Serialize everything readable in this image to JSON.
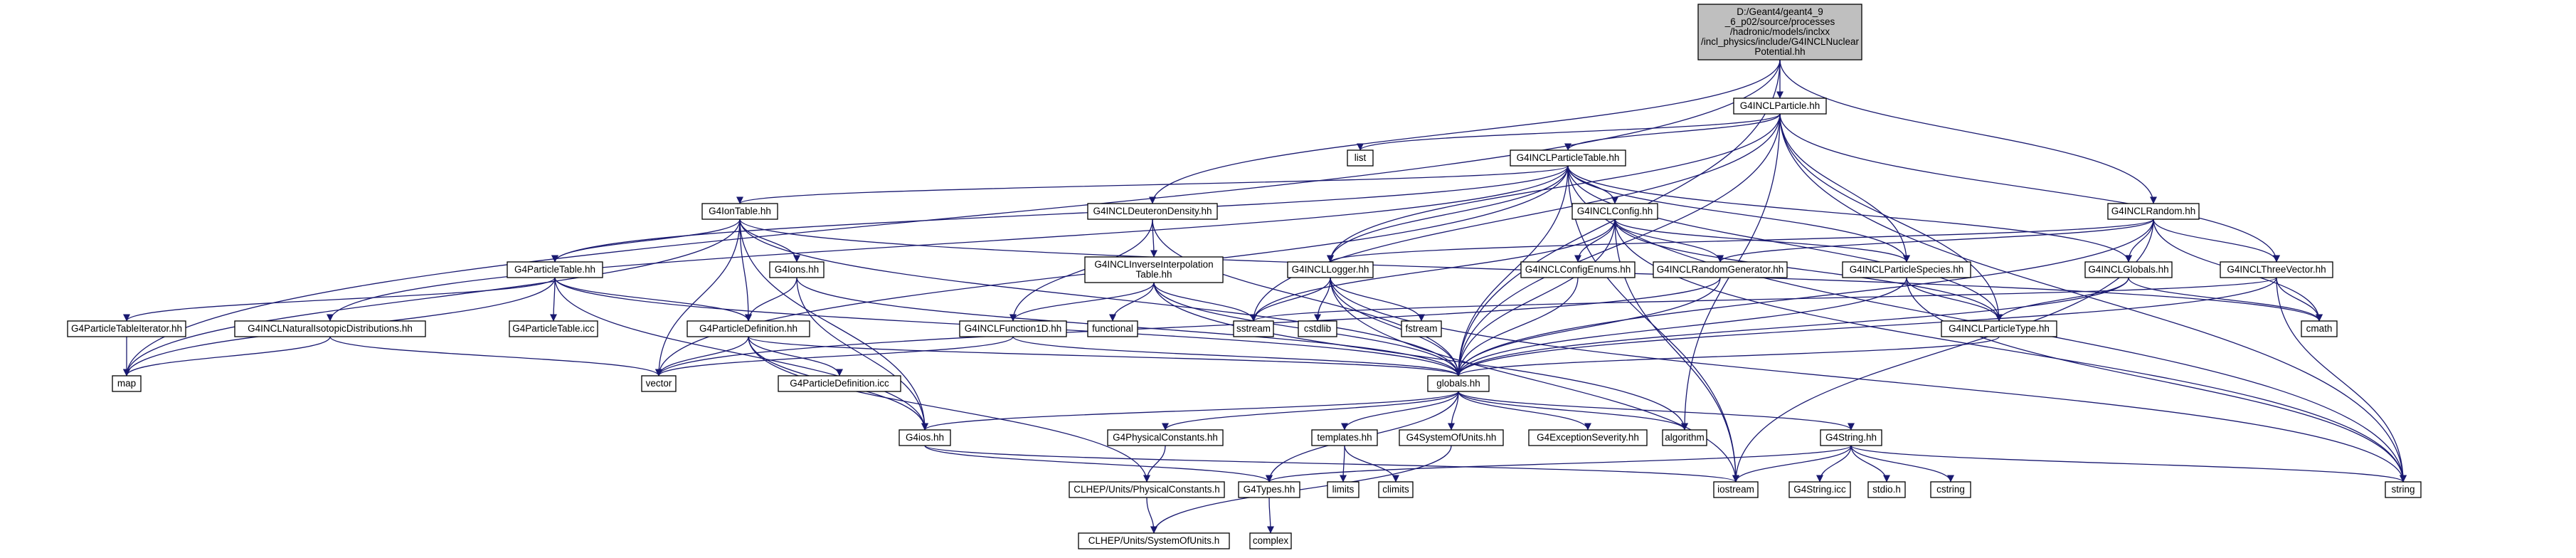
{
  "colors": {
    "edge": "#191970",
    "root_fill": "#bfbfbf",
    "node_fill": "#ffffff",
    "external_node_border": "#bfbfbf",
    "text": "#000000"
  },
  "nodes": [
    {
      "id": "root",
      "lines": [
        "D:/Geant4/geant4_9",
        "_6_p02/source/processes",
        "/hadronic/models/inclxx",
        "/incl_physics/include/G4INCLNuclear",
        "Potential.hh"
      ],
      "kind": "root"
    },
    {
      "id": "particle",
      "lines": [
        "G4INCLParticle.hh"
      ],
      "kind": "file"
    },
    {
      "id": "list",
      "lines": [
        "list"
      ],
      "kind": "external"
    },
    {
      "id": "particletable",
      "lines": [
        "G4INCLParticleTable.hh"
      ],
      "kind": "file"
    },
    {
      "id": "iontable",
      "lines": [
        "G4IonTable.hh"
      ],
      "kind": "file"
    },
    {
      "id": "deuteron",
      "lines": [
        "G4INCLDeuteronDensity.hh"
      ],
      "kind": "file"
    },
    {
      "id": "config",
      "lines": [
        "G4INCLConfig.hh"
      ],
      "kind": "file"
    },
    {
      "id": "random",
      "lines": [
        "G4INCLRandom.hh"
      ],
      "kind": "file"
    },
    {
      "id": "g4particletable",
      "lines": [
        "G4ParticleTable.hh"
      ],
      "kind": "file"
    },
    {
      "id": "g4ions",
      "lines": [
        "G4Ions.hh"
      ],
      "kind": "file"
    },
    {
      "id": "inverseinterp",
      "lines": [
        "G4INCLInverseInterpolation",
        "Table.hh"
      ],
      "kind": "file"
    },
    {
      "id": "logger",
      "lines": [
        "G4INCLLogger.hh"
      ],
      "kind": "file"
    },
    {
      "id": "configenums",
      "lines": [
        "G4INCLConfigEnums.hh"
      ],
      "kind": "file"
    },
    {
      "id": "randomgen",
      "lines": [
        "G4INCLRandomGenerator.hh"
      ],
      "kind": "file"
    },
    {
      "id": "particlespecies",
      "lines": [
        "G4INCLParticleSpecies.hh"
      ],
      "kind": "file"
    },
    {
      "id": "inclglobals",
      "lines": [
        "G4INCLGlobals.hh"
      ],
      "kind": "file"
    },
    {
      "id": "threevector",
      "lines": [
        "G4INCLThreeVector.hh"
      ],
      "kind": "file"
    },
    {
      "id": "ptiterator",
      "lines": [
        "G4ParticleTableIterator.hh"
      ],
      "kind": "file"
    },
    {
      "id": "natural",
      "lines": [
        "G4INCLNaturalIsotopicDistributions.hh"
      ],
      "kind": "file"
    },
    {
      "id": "ptcc",
      "lines": [
        "G4ParticleTable.icc"
      ],
      "kind": "external"
    },
    {
      "id": "pdef",
      "lines": [
        "G4ParticleDefinition.hh"
      ],
      "kind": "file"
    },
    {
      "id": "function1d",
      "lines": [
        "G4INCLFunction1D.hh"
      ],
      "kind": "file"
    },
    {
      "id": "functional",
      "lines": [
        "functional"
      ],
      "kind": "external"
    },
    {
      "id": "sstream",
      "lines": [
        "sstream"
      ],
      "kind": "external"
    },
    {
      "id": "cstdlib",
      "lines": [
        "cstdlib"
      ],
      "kind": "external"
    },
    {
      "id": "fstream",
      "lines": [
        "fstream"
      ],
      "kind": "external"
    },
    {
      "id": "particletype",
      "lines": [
        "G4INCLParticleType.hh"
      ],
      "kind": "file"
    },
    {
      "id": "cmath",
      "lines": [
        "cmath"
      ],
      "kind": "external"
    },
    {
      "id": "map",
      "lines": [
        "map"
      ],
      "kind": "external"
    },
    {
      "id": "vector",
      "lines": [
        "vector"
      ],
      "kind": "external"
    },
    {
      "id": "pdefcc",
      "lines": [
        "G4ParticleDefinition.icc"
      ],
      "kind": "external"
    },
    {
      "id": "globals",
      "lines": [
        "globals.hh"
      ],
      "kind": "file"
    },
    {
      "id": "g4ios",
      "lines": [
        "G4ios.hh"
      ],
      "kind": "file"
    },
    {
      "id": "physconst",
      "lines": [
        "G4PhysicalConstants.hh"
      ],
      "kind": "file"
    },
    {
      "id": "templates",
      "lines": [
        "templates.hh"
      ],
      "kind": "file"
    },
    {
      "id": "sysofunits",
      "lines": [
        "G4SystemOfUnits.hh"
      ],
      "kind": "file"
    },
    {
      "id": "exception",
      "lines": [
        "G4ExceptionSeverity.hh"
      ],
      "kind": "file"
    },
    {
      "id": "algorithm",
      "lines": [
        "algorithm"
      ],
      "kind": "external"
    },
    {
      "id": "g4string",
      "lines": [
        "G4String.hh"
      ],
      "kind": "file"
    },
    {
      "id": "limits",
      "lines": [
        "limits"
      ],
      "kind": "external"
    },
    {
      "id": "climits",
      "lines": [
        "climits"
      ],
      "kind": "external"
    },
    {
      "id": "clhepphys",
      "lines": [
        "CLHEP/Units/PhysicalConstants.h"
      ],
      "kind": "file"
    },
    {
      "id": "g4types",
      "lines": [
        "G4Types.hh"
      ],
      "kind": "file"
    },
    {
      "id": "iostream",
      "lines": [
        "iostream"
      ],
      "kind": "external"
    },
    {
      "id": "g4stringicc",
      "lines": [
        "G4String.icc"
      ],
      "kind": "external"
    },
    {
      "id": "stdio",
      "lines": [
        "stdio.h"
      ],
      "kind": "external"
    },
    {
      "id": "cstring",
      "lines": [
        "cstring"
      ],
      "kind": "external"
    },
    {
      "id": "string",
      "lines": [
        "string"
      ],
      "kind": "external"
    },
    {
      "id": "complex",
      "lines": [
        "complex"
      ],
      "kind": "external"
    },
    {
      "id": "clhepunits",
      "lines": [
        "CLHEP/Units/SystemOfUnits.h"
      ],
      "kind": "file"
    }
  ],
  "edges": [
    [
      "root",
      "particle"
    ],
    [
      "root",
      "deuteron"
    ],
    [
      "root",
      "random"
    ],
    [
      "root",
      "map"
    ],
    [
      "root",
      "globals"
    ],
    [
      "particle",
      "list"
    ],
    [
      "particle",
      "particletable"
    ],
    [
      "particle",
      "logger"
    ],
    [
      "particle",
      "particlespecies"
    ],
    [
      "particle",
      "particletype"
    ],
    [
      "particle",
      "threevector"
    ],
    [
      "particle",
      "sstream"
    ],
    [
      "particle",
      "globals"
    ],
    [
      "particle",
      "algorithm"
    ],
    [
      "particle",
      "string"
    ],
    [
      "particletable",
      "iontable"
    ],
    [
      "particletable",
      "g4particletable"
    ],
    [
      "particletable",
      "config"
    ],
    [
      "particletable",
      "logger"
    ],
    [
      "particletable",
      "particlespecies"
    ],
    [
      "particletable",
      "inclglobals"
    ],
    [
      "particletable",
      "particletype"
    ],
    [
      "particletable",
      "natural"
    ],
    [
      "particletable",
      "vector"
    ],
    [
      "particletable",
      "globals"
    ],
    [
      "particletable",
      "iostream"
    ],
    [
      "particletable",
      "string"
    ],
    [
      "iontable",
      "g4particletable"
    ],
    [
      "iontable",
      "g4ions"
    ],
    [
      "iontable",
      "pdef"
    ],
    [
      "iontable",
      "cmath"
    ],
    [
      "iontable",
      "vector"
    ],
    [
      "iontable",
      "map"
    ],
    [
      "iontable",
      "globals"
    ],
    [
      "iontable",
      "g4ios"
    ],
    [
      "deuteron",
      "inverseinterp"
    ],
    [
      "deuteron",
      "function1d"
    ],
    [
      "deuteron",
      "globals"
    ],
    [
      "config",
      "configenums"
    ],
    [
      "config",
      "randomgen"
    ],
    [
      "config",
      "particlespecies"
    ],
    [
      "config",
      "particletype"
    ],
    [
      "config",
      "sstream"
    ],
    [
      "config",
      "globals"
    ],
    [
      "config",
      "string"
    ],
    [
      "config",
      "iostream"
    ],
    [
      "random",
      "randomgen"
    ],
    [
      "random",
      "inclglobals"
    ],
    [
      "random",
      "threevector"
    ],
    [
      "random",
      "logger"
    ],
    [
      "random",
      "cmath"
    ],
    [
      "random",
      "globals"
    ],
    [
      "random",
      "iostream"
    ],
    [
      "g4particletable",
      "ptiterator"
    ],
    [
      "g4particletable",
      "ptcc"
    ],
    [
      "g4particletable",
      "pdef"
    ],
    [
      "g4particletable",
      "map"
    ],
    [
      "g4particletable",
      "globals"
    ],
    [
      "g4particletable",
      "g4ios"
    ],
    [
      "g4ions",
      "pdef"
    ],
    [
      "g4ions",
      "globals"
    ],
    [
      "g4ions",
      "g4ios"
    ],
    [
      "inverseinterp",
      "function1d"
    ],
    [
      "inverseinterp",
      "functional"
    ],
    [
      "inverseinterp",
      "sstream"
    ],
    [
      "inverseinterp",
      "algorithm"
    ],
    [
      "inverseinterp",
      "globals"
    ],
    [
      "logger",
      "sstream"
    ],
    [
      "logger",
      "cstdlib"
    ],
    [
      "logger",
      "fstream"
    ],
    [
      "logger",
      "globals"
    ],
    [
      "logger",
      "iostream"
    ],
    [
      "logger",
      "string"
    ],
    [
      "configenums",
      "globals"
    ],
    [
      "randomgen",
      "vector"
    ],
    [
      "randomgen",
      "globals"
    ],
    [
      "particlespecies",
      "particletype"
    ],
    [
      "particlespecies",
      "globals"
    ],
    [
      "particlespecies",
      "string"
    ],
    [
      "inclglobals",
      "particletype"
    ],
    [
      "inclglobals",
      "cmath"
    ],
    [
      "inclglobals",
      "globals"
    ],
    [
      "threevector",
      "cmath"
    ],
    [
      "threevector",
      "sstream"
    ],
    [
      "threevector",
      "string"
    ],
    [
      "threevector",
      "globals"
    ],
    [
      "particletype",
      "globals"
    ],
    [
      "ptiterator",
      "map"
    ],
    [
      "natural",
      "map"
    ],
    [
      "natural",
      "vector"
    ],
    [
      "pdef",
      "vector"
    ],
    [
      "pdef",
      "pdefcc"
    ],
    [
      "pdef",
      "globals"
    ],
    [
      "pdef",
      "g4ios"
    ],
    [
      "pdef",
      "clhepphys"
    ],
    [
      "function1d",
      "vector"
    ],
    [
      "function1d",
      "globals"
    ],
    [
      "globals",
      "g4ios"
    ],
    [
      "globals",
      "physconst"
    ],
    [
      "globals",
      "templates"
    ],
    [
      "globals",
      "sysofunits"
    ],
    [
      "globals",
      "exception"
    ],
    [
      "globals",
      "algorithm"
    ],
    [
      "globals",
      "g4string"
    ],
    [
      "globals",
      "g4types"
    ],
    [
      "g4ios",
      "g4types"
    ],
    [
      "g4ios",
      "iostream"
    ],
    [
      "physconst",
      "clhepphys"
    ],
    [
      "templates",
      "limits"
    ],
    [
      "templates",
      "climits"
    ],
    [
      "sysofunits",
      "clhepunits"
    ],
    [
      "g4string",
      "g4types"
    ],
    [
      "g4string",
      "iostream"
    ],
    [
      "g4string",
      "g4stringicc"
    ],
    [
      "g4string",
      "stdio"
    ],
    [
      "g4string",
      "cstring"
    ],
    [
      "g4string",
      "string"
    ],
    [
      "clhepphys",
      "clhepunits"
    ],
    [
      "g4types",
      "complex"
    ]
  ]
}
